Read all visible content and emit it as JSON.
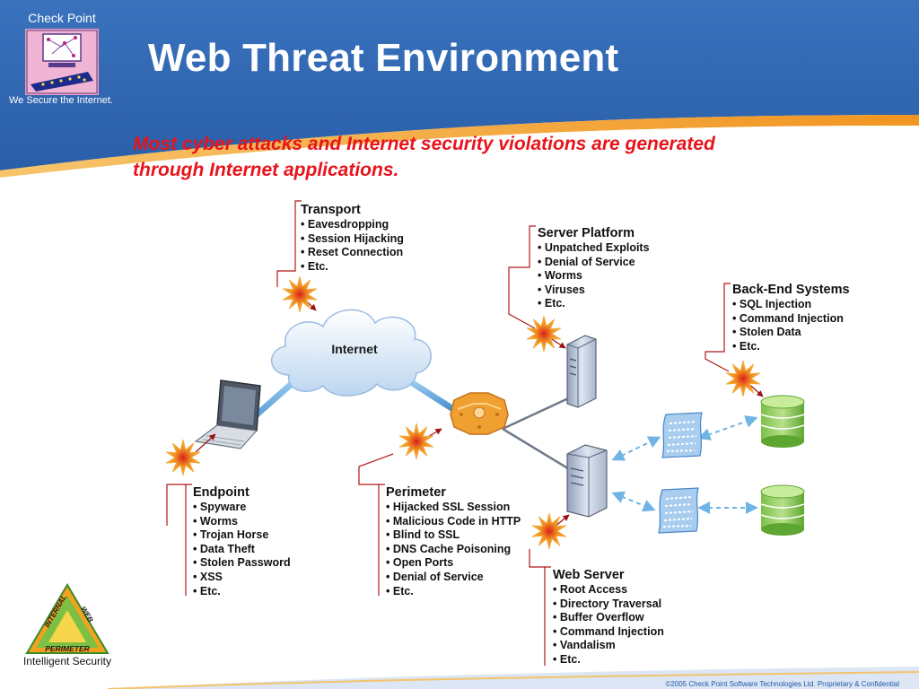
{
  "header": {
    "title": "Web Threat Environment",
    "logo_top": "Check Point",
    "logo_bottom": "We Secure the Internet."
  },
  "subtitle": "Most cyber attacks and Internet security violations are generated through Internet applications.",
  "diagram": {
    "cloud_label": "Internet",
    "categories": {
      "transport": {
        "title": "Transport",
        "items": [
          "Eavesdropping",
          "Session Hijacking",
          "Reset Connection",
          "Etc."
        ]
      },
      "server_platform": {
        "title": "Server Platform",
        "items": [
          "Unpatched Exploits",
          "Denial of Service",
          "Worms",
          "Viruses",
          "Etc."
        ]
      },
      "backend": {
        "title": "Back-End Systems",
        "items": [
          "SQL Injection",
          "Command Injection",
          "Stolen Data",
          "Etc."
        ]
      },
      "endpoint": {
        "title": "Endpoint",
        "items": [
          "Spyware",
          "Worms",
          "Trojan Horse",
          "Data Theft",
          "Stolen Password",
          "XSS",
          "Etc."
        ]
      },
      "perimeter": {
        "title": "Perimeter",
        "items": [
          "Hijacked SSL Session",
          "Malicious Code in HTTP",
          "Blind to SSL",
          "DNS Cache Poisoning",
          "Open Ports",
          "Denial of Service",
          "Etc."
        ]
      },
      "web_server": {
        "title": "Web Server",
        "items": [
          "Root Access",
          "Directory Traversal",
          "Buffer Overflow",
          "Command Injection",
          "Vandalism",
          "Etc."
        ]
      }
    }
  },
  "badge": {
    "side_left": "INTERNAL",
    "side_right": "WEB",
    "base": "PERIMETER",
    "label": "Intelligent Security"
  },
  "footer": "©2005 Check Point Software Technologies Ltd. Proprietary & Confidential",
  "colors": {
    "header_blue": "#2f67b2",
    "accent_orange": "#f29b2a",
    "subtitle_red": "#e8141c",
    "burst_fill": "#f6a324",
    "connector_red": "#b01818"
  }
}
